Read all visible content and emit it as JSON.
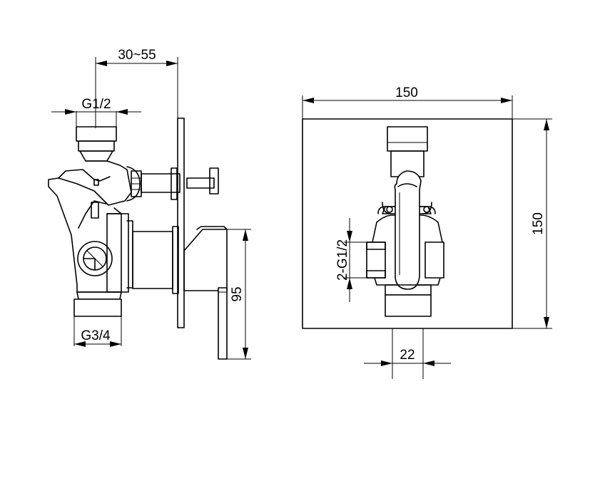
{
  "side_view": {
    "dim_depth": "30~55",
    "dim_inlet": "G1/2",
    "dim_outlet": "G3/4",
    "dim_height": "95"
  },
  "front_view": {
    "dim_width": "150",
    "dim_height": "150",
    "dim_ports": "2-G1/2",
    "dim_outlet_width": "22"
  }
}
